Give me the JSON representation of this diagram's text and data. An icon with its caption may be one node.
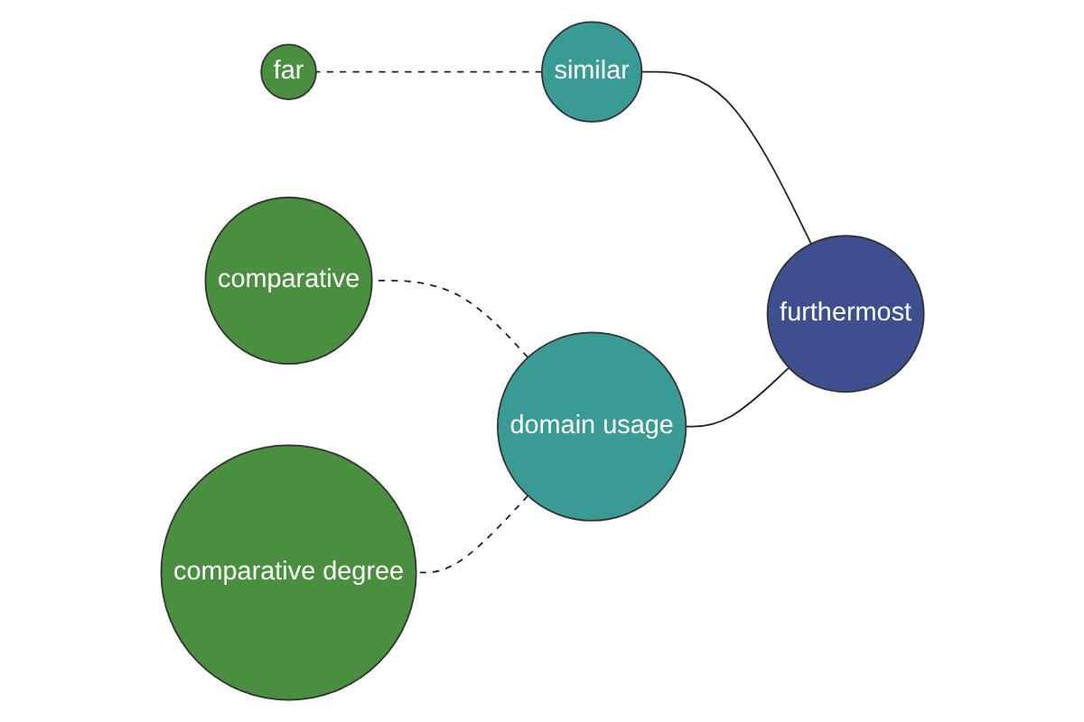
{
  "diagram": {
    "nodes": [
      {
        "text": [
          "far"
        ]
      },
      {
        "text": [
          "similar"
        ]
      },
      {
        "text": [
          "comparative"
        ]
      },
      {
        "text": [
          "furthermost"
        ]
      },
      {
        "text": [
          "domain usage"
        ]
      },
      {
        "text": [
          "comparative degree"
        ]
      }
    ],
    "edges": [
      {
        "from": 1,
        "to": 0,
        "arrow": "none",
        "style": "dashed"
      },
      {
        "from": 3,
        "to": 1,
        "arrow": "none"
      },
      {
        "from": 3,
        "to": 4,
        "arrow": "none"
      },
      {
        "from": 4,
        "to": 2,
        "arrow": "none",
        "style": "dashed"
      },
      {
        "from": 4,
        "to": 5,
        "arrow": "none",
        "style": "dashed"
      }
    ]
  }
}
